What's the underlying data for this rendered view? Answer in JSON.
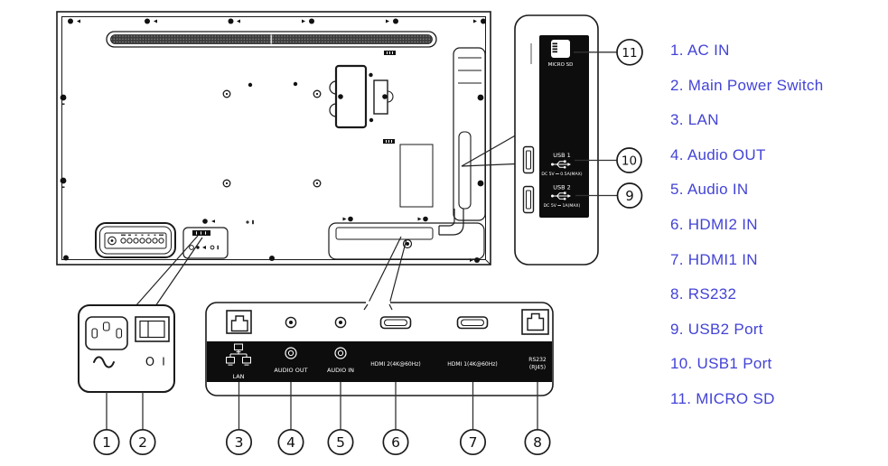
{
  "legend": {
    "items": [
      "1. AC IN",
      "2. Main Power Switch",
      "3. LAN",
      "4. Audio OUT",
      "5. Audio IN",
      "6. HDMI2 IN",
      "7. HDMI1 IN",
      "8. RS232",
      "9. USB2 Port",
      "10. USB1 Port",
      "11. MICRO SD"
    ]
  },
  "callouts": {
    "numbers": [
      "1",
      "2",
      "3",
      "4",
      "5",
      "6",
      "7",
      "8",
      "9",
      "10",
      "11"
    ]
  },
  "bottom_panel": {
    "lan_label": "LAN",
    "audio_out_label": "AUDIO OUT",
    "audio_in_label": "AUDIO IN",
    "hdmi2_label": "HDMI 2(4K@60Hz)",
    "hdmi1_label": "HDMI 1(4K@60Hz)",
    "rs232_label_line1": "RS232",
    "rs232_label_line2": "(RJ45)"
  },
  "side_panel": {
    "micro_sd_label": "MICRO SD",
    "usb1_label": "USB 1",
    "usb1_spec": "DC 5V ⎓ 0.5A(MAX)",
    "usb2_label": "USB 2",
    "usb2_spec": "DC 5V ⎓ 1A(MAX)"
  },
  "ac_detail": {
    "switch_off_label": "O",
    "switch_on_label": "I"
  },
  "colors": {
    "legend_text": "#4343d6",
    "panel_fill": "#0d0d0d",
    "line_color": "#1a1a1a",
    "background": "#ffffff"
  }
}
